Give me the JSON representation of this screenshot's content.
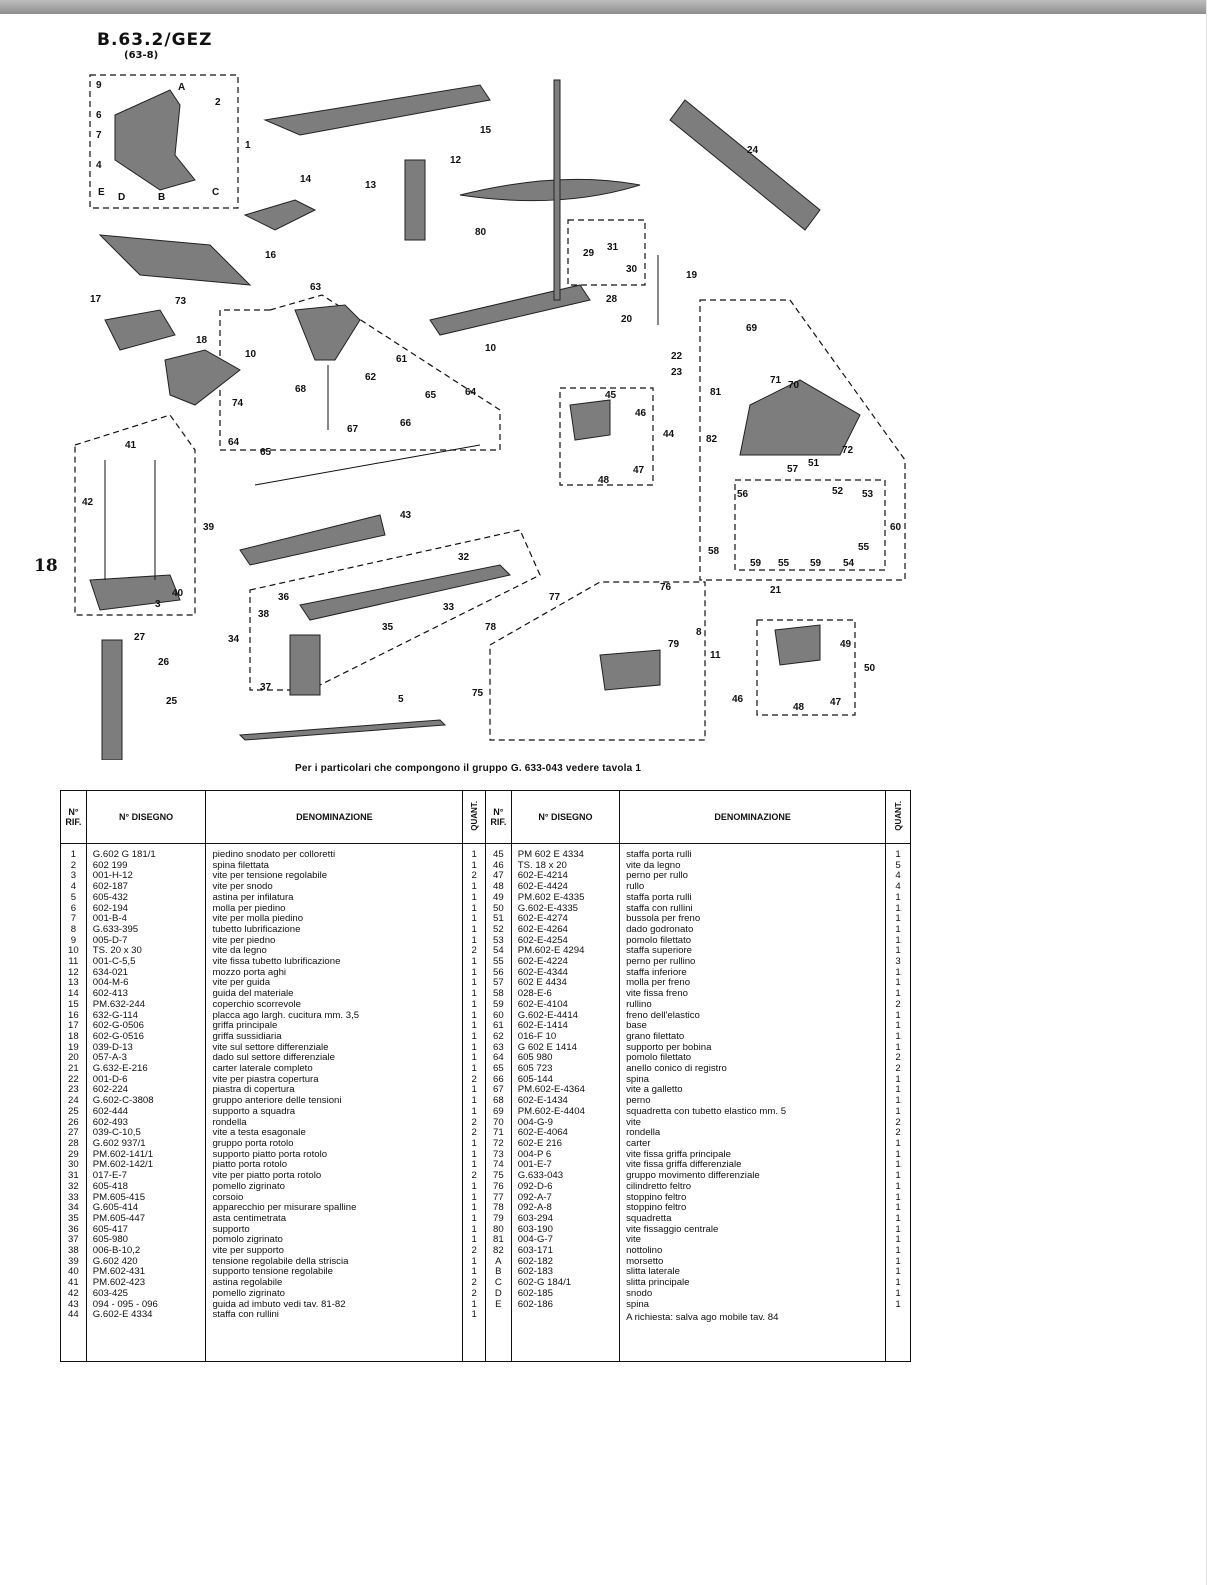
{
  "header": {
    "model": "B.63.2/GEZ",
    "subcode": "(63-8)",
    "page_number": "18"
  },
  "diagram": {
    "callouts": [
      "1",
      "2",
      "3",
      "5",
      "8",
      "9",
      "6",
      "7",
      "4",
      "E",
      "D",
      "B",
      "C",
      "A",
      "10",
      "10",
      "11",
      "12",
      "13",
      "14",
      "15",
      "16",
      "17",
      "18",
      "19",
      "20",
      "21",
      "22",
      "23",
      "24",
      "25",
      "26",
      "27",
      "28",
      "29",
      "30",
      "31",
      "32",
      "33",
      "34",
      "35",
      "36",
      "37",
      "38",
      "39",
      "40",
      "41",
      "42",
      "43",
      "44",
      "45",
      "46",
      "47",
      "48",
      "49",
      "50",
      "51",
      "52",
      "53",
      "54",
      "55",
      "55",
      "56",
      "57",
      "58",
      "59",
      "59",
      "60",
      "61",
      "62",
      "63",
      "64",
      "64",
      "65",
      "65",
      "66",
      "67",
      "68",
      "69",
      "70",
      "71",
      "72",
      "73",
      "74",
      "75",
      "76",
      "77",
      "78",
      "79",
      "80",
      "81",
      "82",
      "46",
      "47",
      "48"
    ]
  },
  "caption": "Per i particolari che compongono il gruppo G. 633-043 vedere tavola 1",
  "table": {
    "headers": {
      "rif": "N° RIF.",
      "disegno": "N° DISEGNO",
      "denominazione": "DENOMINAZIONE",
      "quant": "QUANT."
    },
    "left": {
      "rif": [
        "1",
        "2",
        "3",
        "4",
        "5",
        "6",
        "7",
        "8",
        "9",
        "10",
        "11",
        "12",
        "13",
        "14",
        "15",
        "16",
        "17",
        "18",
        "19",
        "20",
        "21",
        "22",
        "23",
        "24",
        "25",
        "26",
        "27",
        "28",
        "29",
        "30",
        "31",
        "32",
        "33",
        "34",
        "35",
        "36",
        "37",
        "38",
        "39",
        "40",
        "41",
        "42",
        "43",
        "44"
      ],
      "disegno": [
        "G.602 G 181/1",
        "602 199",
        "001-H-12",
        "602-187",
        "605-432",
        "602-194",
        "001-B-4",
        "G.633-395",
        "005-D-7",
        "TS. 20 x 30",
        "001-C-5,5",
        "634-021",
        "004-M-6",
        "602-413",
        "PM.632-244",
        "632-G-114",
        "602-G-0506",
        "602-G-0516",
        "039-D-13",
        "057-A-3",
        "G.632-E-216",
        "001-D-6",
        "602-224",
        "G.602-C-3808",
        "602-444",
        "602-493",
        "039-C-10,5",
        "G.602 937/1",
        "PM.602-141/1",
        "PM.602-142/1",
        "017-E-7",
        "605-418",
        "PM.605-415",
        "G.605-414",
        "PM.605-447",
        "605-417",
        "605-980",
        "006-B-10,2",
        "G.602 420",
        "PM.602-431",
        "PM.602-423",
        "603-425",
        "094 - 095 - 096",
        "G.602-E 4334"
      ],
      "denominazione": [
        "piedino snodato per colloretti",
        "spina filettata",
        "vite per tensione regolabile",
        "vite per snodo",
        "astina per infilatura",
        "molla per piedino",
        "vite per molla piedino",
        "tubetto lubrificazione",
        "vite per piedno",
        "vite da legno",
        "vite fissa tubetto lubrificazione",
        "mozzo porta aghi",
        "vite per guida",
        "guida del materiale",
        "coperchio scorrevole",
        "placca ago largh. cucitura mm. 3,5",
        "griffa principale",
        "griffa sussidiaria",
        "vite sul settore differenziale",
        "dado sul settore differenziale",
        "carter laterale completo",
        "vite per piastra copertura",
        "piastra di copertura",
        "gruppo anteriore delle tensioni",
        "supporto a squadra",
        "rondella",
        "vite a testa esagonale",
        "gruppo porta rotolo",
        "supporto piatto porta rotolo",
        "piatto porta rotolo",
        "vite per piatto porta rotolo",
        "pomello zigrinato",
        "corsoio",
        "apparecchio per misurare spalline",
        "asta centimetrata",
        "supporto",
        "pomolo zigrinato",
        "vite per supporto",
        "tensione regolabile della striscia",
        "supporto tensione regolabile",
        "astina regolabile",
        "pomello zigrinato",
        "guida ad imbuto vedi tav. 81-82",
        "staffa con rullini"
      ],
      "quant": [
        "1",
        "1",
        "2",
        "1",
        "1",
        "1",
        "1",
        "1",
        "1",
        "2",
        "1",
        "1",
        "1",
        "1",
        "1",
        "1",
        "1",
        "1",
        "1",
        "1",
        "1",
        "2",
        "1",
        "1",
        "1",
        "2",
        "2",
        "1",
        "1",
        "1",
        "2",
        "1",
        "1",
        "1",
        "1",
        "1",
        "1",
        "2",
        "1",
        "1",
        "2",
        "2",
        "1",
        "1"
      ]
    },
    "right": {
      "rif": [
        "45",
        "46",
        "47",
        "48",
        "49",
        "50",
        "51",
        "52",
        "53",
        "54",
        "55",
        "56",
        "57",
        "58",
        "59",
        "60",
        "61",
        "62",
        "63",
        "64",
        "65",
        "66",
        "67",
        "68",
        "69",
        "70",
        "71",
        "72",
        "73",
        "74",
        "75",
        "76",
        "77",
        "78",
        "79",
        "80",
        "81",
        "82",
        "A",
        "B",
        "C",
        "D",
        "E"
      ],
      "disegno": [
        "PM 602 E 4334",
        "TS. 18 x 20",
        "602-E-4214",
        "602-E-4424",
        "PM.602 E-4335",
        "G.602-E-4335",
        "602-E-4274",
        "602-E-4264",
        "602-E-4254",
        "PM.602-E 4294",
        "602-E-4224",
        "602-E-4344",
        "602 E 4434",
        "028-E-6",
        "602-E-4104",
        "G.602-E-4414",
        "602-E-1414",
        "016-F 10",
        "G 602 E 1414",
        "605 980",
        "605 723",
        "605-144",
        "PM.602-E-4364",
        "602-E-1434",
        "PM.602-E-4404",
        "004-G-9",
        "602-E-4064",
        "602-E 216",
        "004-P 6",
        "001-E-7",
        "G.633-043",
        "092-D-6",
        "092-A-7",
        "092-A-8",
        "603-294",
        "603-190",
        "004-G-7",
        "603-171",
        "602-182",
        "602-183",
        "602-G 184/1",
        "602-185",
        "602-186"
      ],
      "denominazione": [
        "staffa porta rulli",
        "vite da legno",
        "perno per rullo",
        "rullo",
        "staffa porta rulli",
        "staffa con rullini",
        "bussola per freno",
        "dado godronato",
        "pomolo filettato",
        "staffa superiore",
        "perno per rullino",
        "staffa inferiore",
        "molla per freno",
        "vite fissa freno",
        "rullino",
        "freno dell'elastico",
        "base",
        "grano filettato",
        "supporto per bobina",
        "pomolo filettato",
        "anello conico di registro",
        "spina",
        "vite a galletto",
        "perno",
        "squadretta con tubetto elastico mm. 5",
        "vite",
        "rondella",
        "carter",
        "vite fissa griffa principale",
        "vite fissa griffa differenziale",
        "gruppo movimento differenziale",
        "cilindretto feltro",
        "stoppino feltro",
        "stoppino feltro",
        "squadretta",
        "vite fissaggio centrale",
        "vite",
        "nottolino",
        "morsetto",
        "slitta laterale",
        "slitta principale",
        "snodo",
        "spina"
      ],
      "quant": [
        "1",
        "5",
        "4",
        "4",
        "1",
        "1",
        "1",
        "1",
        "1",
        "1",
        "3",
        "1",
        "1",
        "1",
        "2",
        "1",
        "1",
        "1",
        "1",
        "2",
        "2",
        "1",
        "1",
        "1",
        "1",
        "2",
        "2",
        "1",
        "1",
        "1",
        "1",
        "1",
        "1",
        "1",
        "1",
        "1",
        "1",
        "1",
        "1",
        "1",
        "1",
        "1",
        "1"
      ],
      "note": "A richiesta: salva ago mobile tav. 84"
    }
  }
}
